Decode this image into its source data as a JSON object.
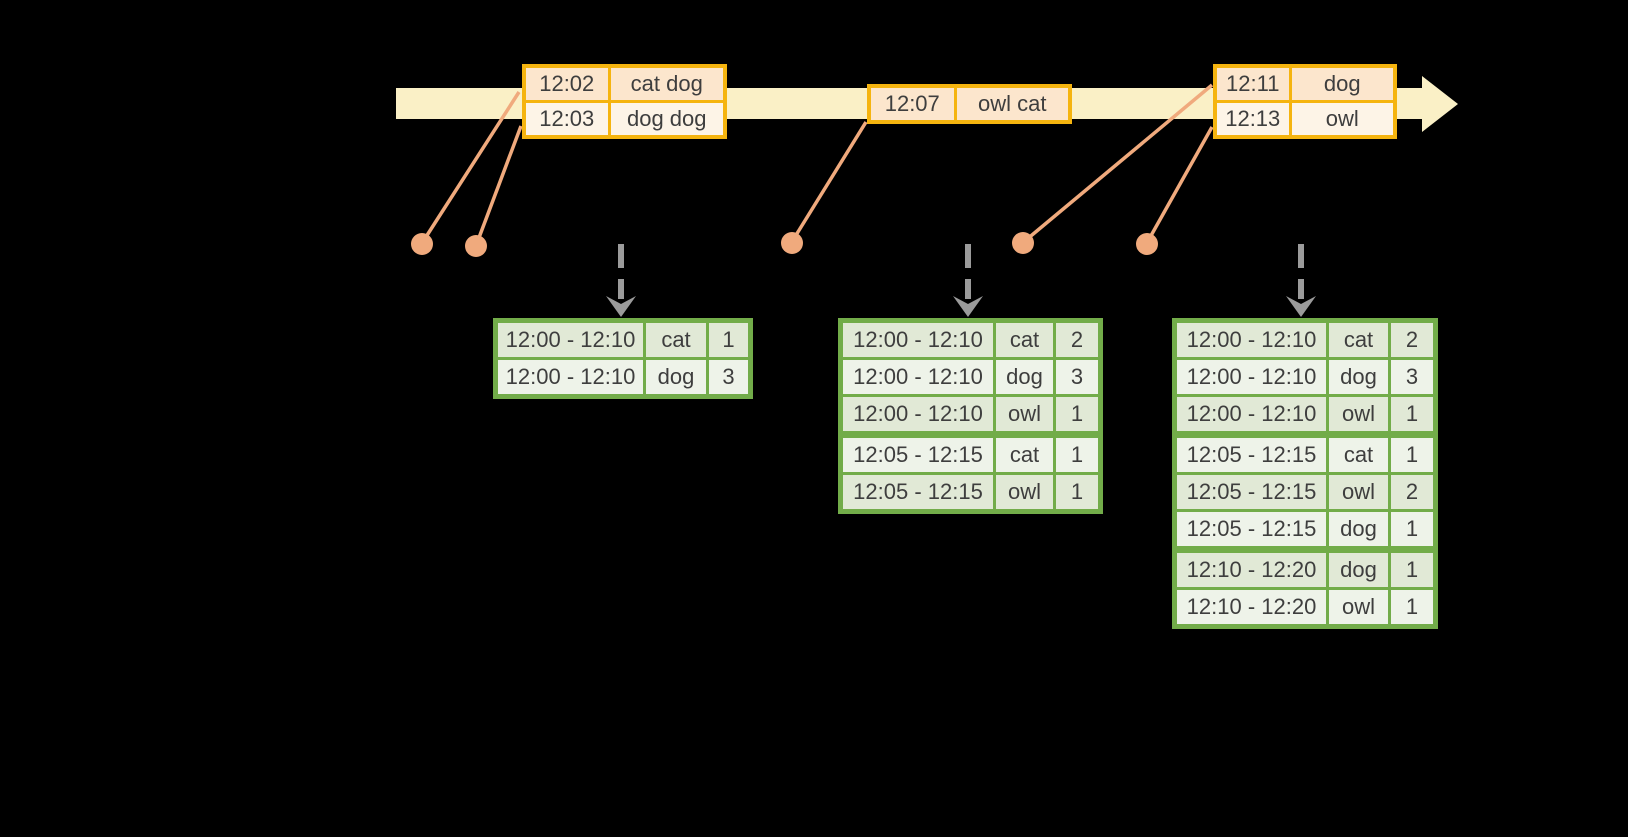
{
  "colors": {
    "band": "#faf0c6",
    "event_border": "#f5b40f",
    "event_row_a": "#fce6cd",
    "event_row_b": "#fdf4e7",
    "connector": "#f0aa7d",
    "dashed_arrow": "#9b9b9b",
    "table_border": "#72ac49",
    "table_row_a": "#e1e9d6",
    "table_row_b": "#eef3e9",
    "text": "#3e3e3e"
  },
  "timeline": {
    "event_groups": [
      {
        "rows": [
          {
            "time": "12:02",
            "words": "cat dog"
          },
          {
            "time": "12:03",
            "words": "dog dog"
          }
        ]
      },
      {
        "rows": [
          {
            "time": "12:07",
            "words": "owl cat"
          }
        ]
      },
      {
        "rows": [
          {
            "time": "12:11",
            "words": "dog"
          },
          {
            "time": "12:13",
            "words": "owl"
          }
        ]
      }
    ]
  },
  "result_tables": [
    {
      "rows": [
        {
          "window": "12:00 - 12:10",
          "word": "cat",
          "count": "1"
        },
        {
          "window": "12:00 - 12:10",
          "word": "dog",
          "count": "3"
        }
      ]
    },
    {
      "rows": [
        {
          "window": "12:00 - 12:10",
          "word": "cat",
          "count": "2"
        },
        {
          "window": "12:00 - 12:10",
          "word": "dog",
          "count": "3"
        },
        {
          "window": "12:00 - 12:10",
          "word": "owl",
          "count": "1"
        },
        {
          "window": "12:05 - 12:15",
          "word": "cat",
          "count": "1"
        },
        {
          "window": "12:05 - 12:15",
          "word": "owl",
          "count": "1"
        }
      ]
    },
    {
      "rows": [
        {
          "window": "12:00 - 12:10",
          "word": "cat",
          "count": "2"
        },
        {
          "window": "12:00 - 12:10",
          "word": "dog",
          "count": "3"
        },
        {
          "window": "12:00 - 12:10",
          "word": "owl",
          "count": "1"
        },
        {
          "window": "12:05 - 12:15",
          "word": "cat",
          "count": "1"
        },
        {
          "window": "12:05 - 12:15",
          "word": "owl",
          "count": "2"
        },
        {
          "window": "12:05 - 12:15",
          "word": "dog",
          "count": "1"
        },
        {
          "window": "12:10 - 12:20",
          "word": "dog",
          "count": "1"
        },
        {
          "window": "12:10 - 12:20",
          "word": "owl",
          "count": "1"
        }
      ]
    }
  ]
}
